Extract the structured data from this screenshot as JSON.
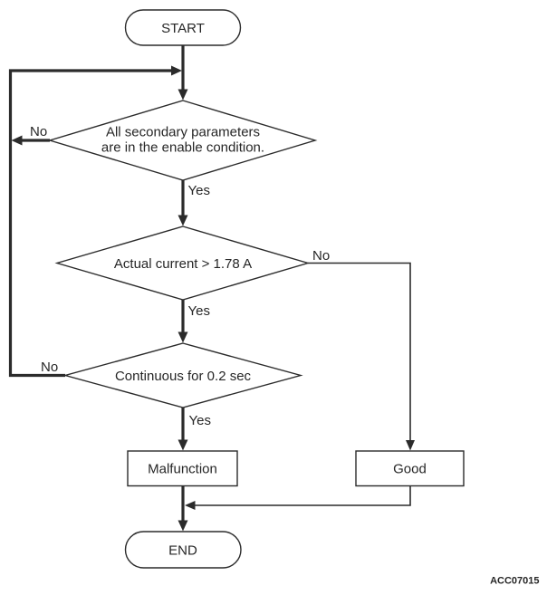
{
  "figure_code": "ACC07015",
  "colors": {
    "line": "#2b2b2b",
    "text": "#262626",
    "background": "#ffffff"
  },
  "nodes": {
    "start": {
      "type": "terminator",
      "label": "START"
    },
    "secondary_params": {
      "type": "decision",
      "lines": [
        "All secondary parameters",
        "are in the enable condition."
      ]
    },
    "actual_current": {
      "type": "decision",
      "label": "Actual current > 1.78 A"
    },
    "continuous": {
      "type": "decision",
      "label": "Continuous for 0.2 sec"
    },
    "malfunction": {
      "type": "process",
      "label": "Malfunction"
    },
    "good": {
      "type": "process",
      "label": "Good"
    },
    "end": {
      "type": "terminator",
      "label": "END"
    }
  },
  "edges": {
    "secondary_params_yes": "Yes",
    "secondary_params_no": "No",
    "actual_current_yes": "Yes",
    "actual_current_no": "No",
    "continuous_yes": "Yes",
    "continuous_no": "No"
  }
}
